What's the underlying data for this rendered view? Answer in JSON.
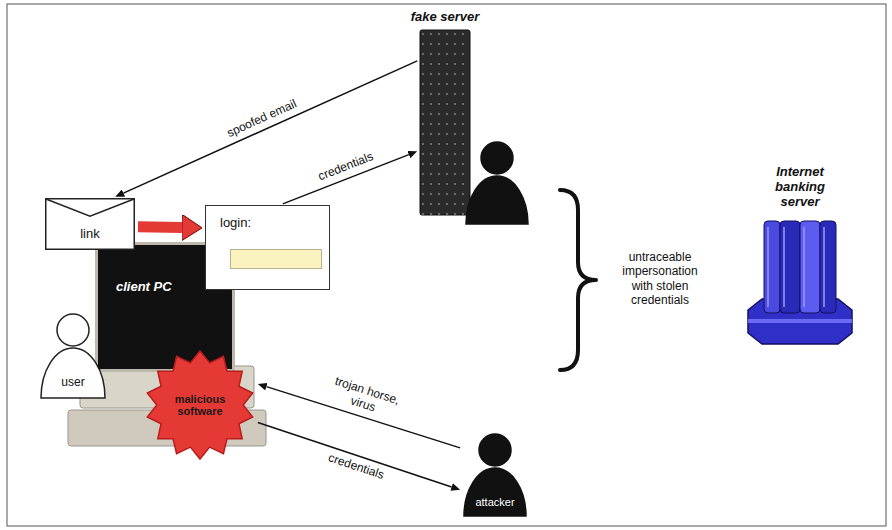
{
  "diagram": {
    "nodes": [
      {
        "text": [
          "fake server"
        ]
      },
      {
        "text": [
          "attacker"
        ],
        "in": 0
      },
      {
        "text": [
          "link"
        ]
      },
      {
        "text": [
          "login:"
        ]
      },
      {
        "text": [
          "client PC"
        ]
      },
      {
        "text": [
          "user"
        ]
      },
      {
        "text": [
          "malicious software"
        ]
      },
      {
        "text": [
          "attacker"
        ]
      },
      {
        "text": [
          "Internet banking server"
        ]
      }
    ],
    "edges": [
      {
        "from": 0,
        "to": 2,
        "arrow": "to",
        "label": "spoofed email"
      },
      {
        "from": 3,
        "to": 0,
        "arrow": "to",
        "label": "credentials"
      },
      {
        "from": 2,
        "to": 3,
        "arrow": "to"
      },
      {
        "from": 7,
        "to": 6,
        "arrow": "to",
        "label": "trojan horse, virus"
      },
      {
        "from": 6,
        "to": 7,
        "arrow": "to",
        "label": "credentials"
      }
    ],
    "labels": [
      "untraceable impersonation with stolen credentials"
    ]
  }
}
